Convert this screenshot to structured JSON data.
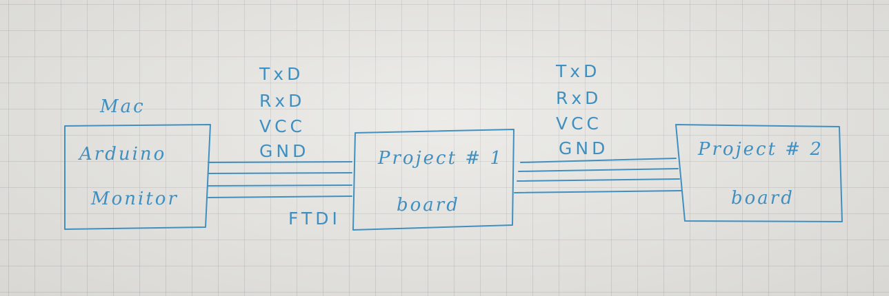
{
  "mac_label": "Mac",
  "boxes": {
    "monitor": {
      "line1": "Arduino",
      "line2": "Monitor"
    },
    "project1": {
      "line1": "Project # 1",
      "line2": "board"
    },
    "project2": {
      "line1": "Project # 2",
      "line2": "board"
    }
  },
  "signals_left": [
    "TxD",
    "RxD",
    "VCC",
    "GND"
  ],
  "signals_right": [
    "TxD",
    "RxD",
    "VCC",
    "GND"
  ],
  "ftdi_label": "FTDI",
  "ink_color": "#3f8fc0"
}
